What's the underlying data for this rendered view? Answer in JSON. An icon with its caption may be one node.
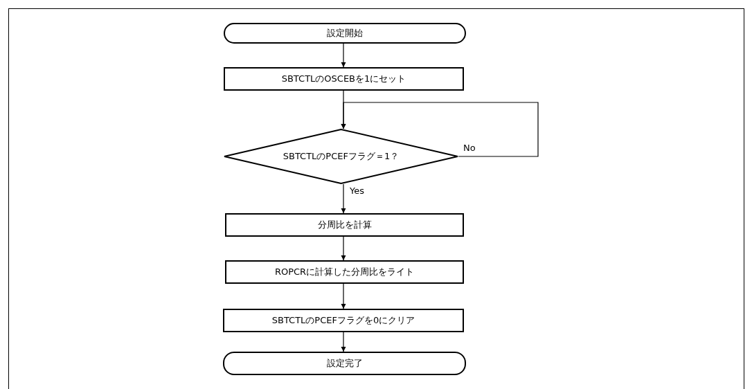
{
  "diagram": {
    "nodes": [
      {
        "text": [
          "設定開始"
        ]
      },
      {
        "text": [
          "SBTCTLのOSCEBを1にセット"
        ]
      },
      {
        "text": [
          "SBTCTLのPCEFフラグ＝1？"
        ]
      },
      {
        "text": [
          "分周比を計算"
        ]
      },
      {
        "text": [
          "ROPCRに計算した分周比をライト"
        ]
      },
      {
        "text": [
          "SBTCTLのPCEFフラグを0にクリア"
        ]
      },
      {
        "text": [
          "設定完了"
        ]
      }
    ],
    "edges": [
      {
        "from": 0,
        "to": 1,
        "arrow": "to"
      },
      {
        "from": 1,
        "to": 2,
        "arrow": "to"
      },
      {
        "from": 2,
        "to": 2,
        "arrow": "to",
        "label": "No"
      },
      {
        "from": 2,
        "to": 3,
        "arrow": "to",
        "label": "Yes"
      },
      {
        "from": 3,
        "to": 4,
        "arrow": "to"
      },
      {
        "from": 4,
        "to": 5,
        "arrow": "to"
      },
      {
        "from": 5,
        "to": 6,
        "arrow": "to"
      }
    ]
  }
}
